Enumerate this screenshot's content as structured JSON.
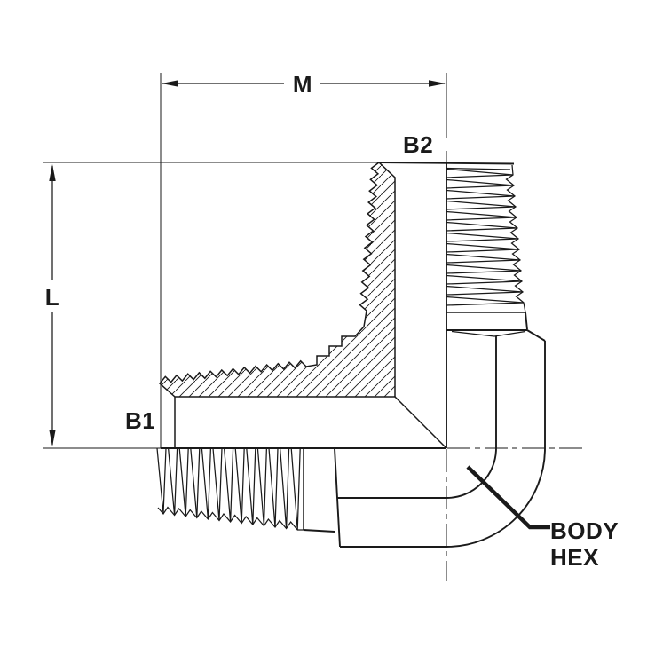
{
  "drawing": {
    "title": "90 degree male elbow fitting half-section diagram",
    "labels": {
      "dim_horizontal": "M",
      "dim_vertical": "L",
      "thread_left": "B1",
      "thread_top": "B2",
      "callout_line1": "BODY",
      "callout_line2": "HEX"
    },
    "colors": {
      "line": "#1a1a1a",
      "background": "#ffffff"
    }
  }
}
